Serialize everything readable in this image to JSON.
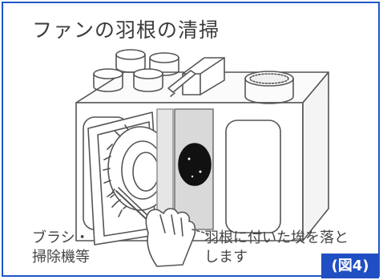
{
  "title": "ファンの羽根の清掃",
  "caption_left": {
    "line1": "ブラシ・",
    "line2": "掃除機等"
  },
  "caption_right": {
    "line1": "羽根に付いた埃を落と",
    "line2": "します"
  },
  "figure_label": "(図4)",
  "colors": {
    "frame_border": "#1f56c6",
    "badge_background": "#1f4fc2",
    "badge_text": "#ffffff",
    "line_art": "#555555"
  }
}
